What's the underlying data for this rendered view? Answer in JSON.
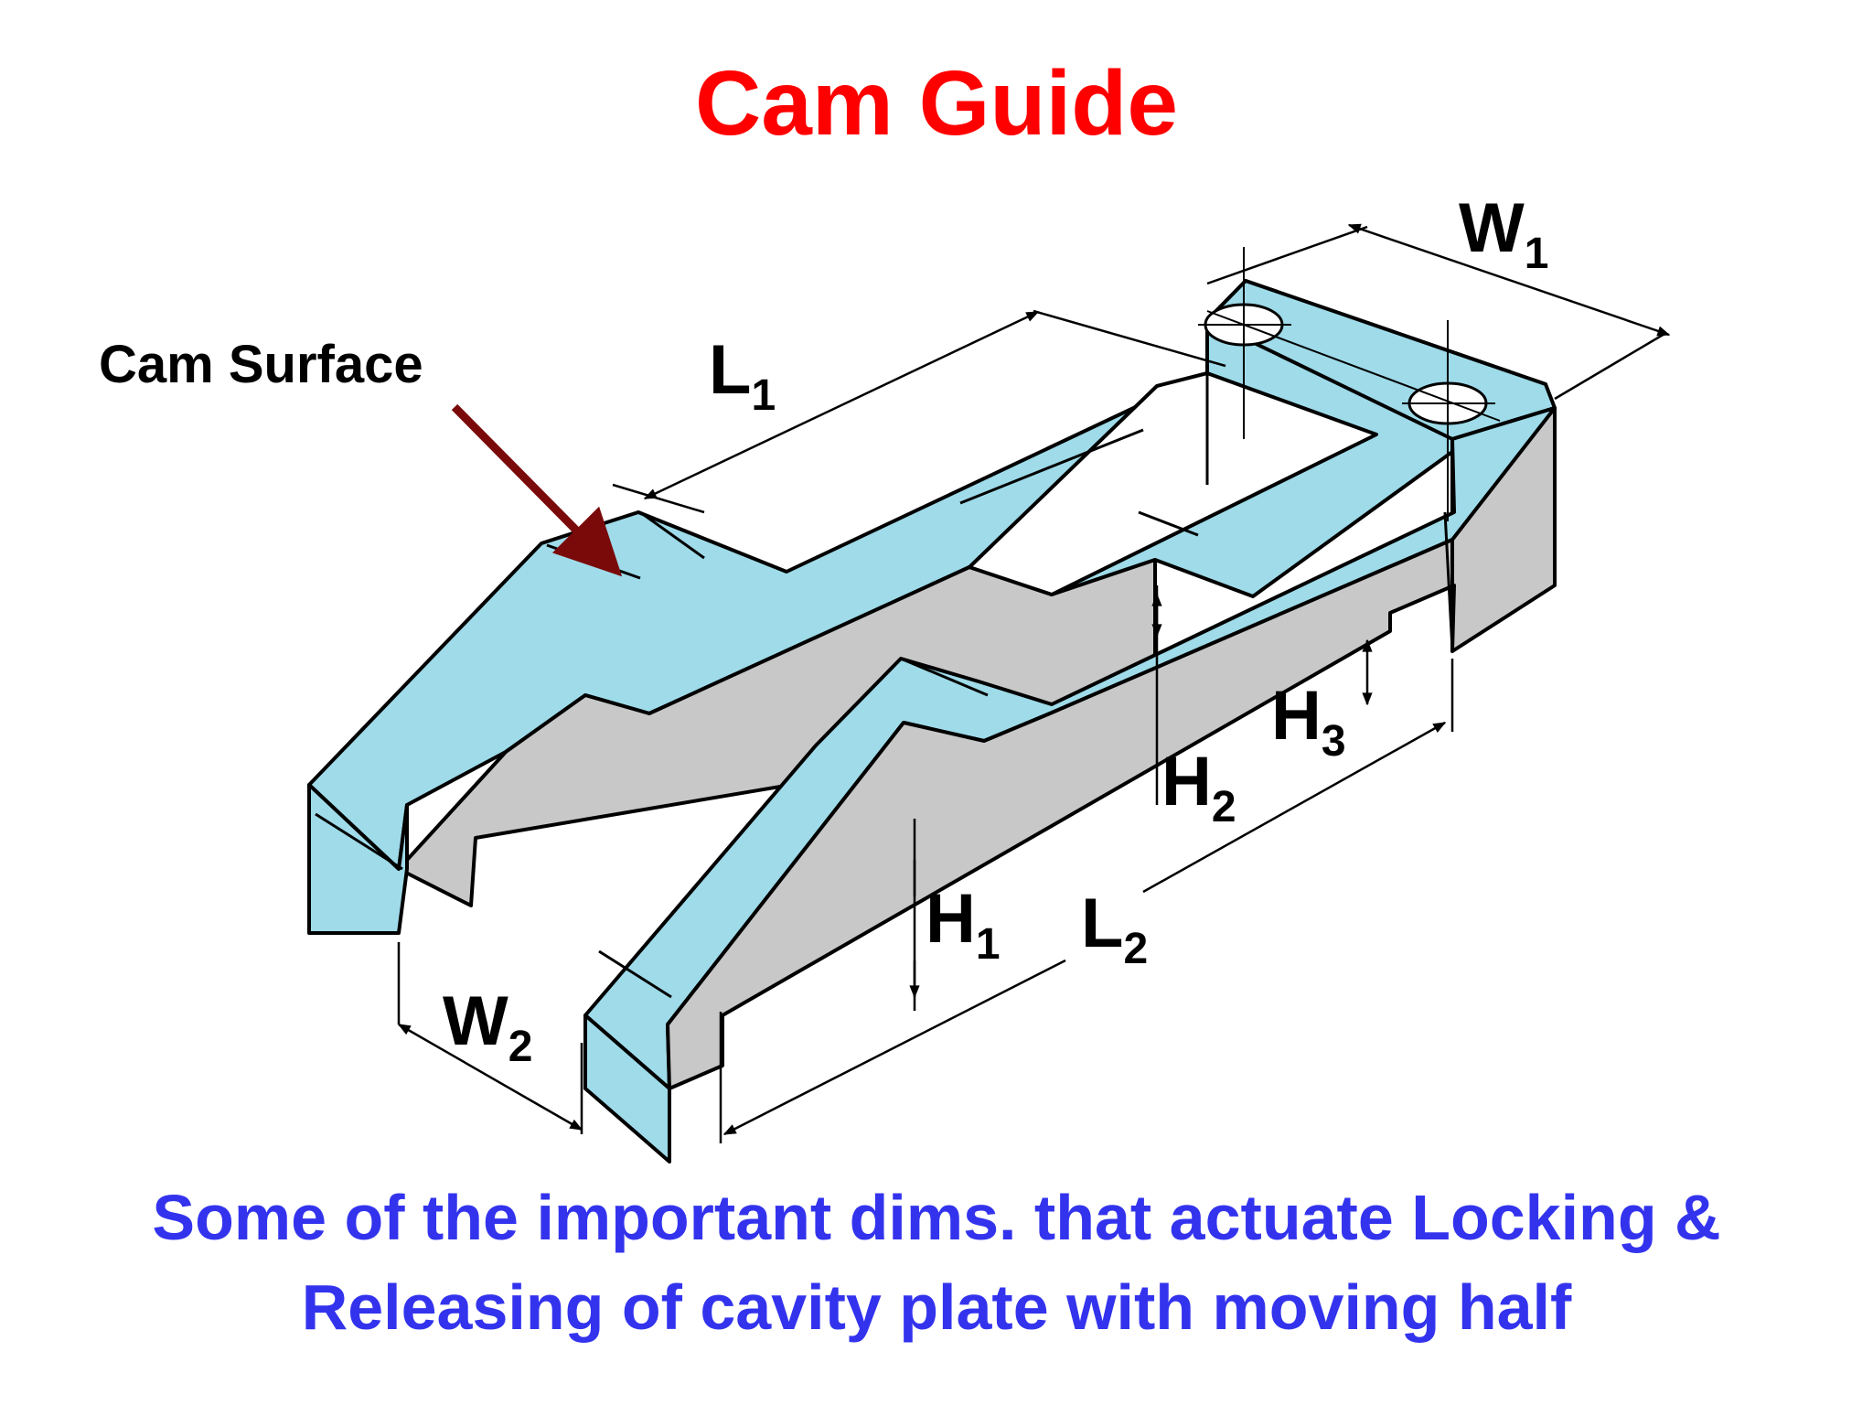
{
  "title": "Cam Guide",
  "callout": {
    "label": "Cam Surface"
  },
  "dimensions": {
    "L1": {
      "main": "L",
      "sub": "1"
    },
    "L2": {
      "main": "L",
      "sub": "2"
    },
    "W1": {
      "main": "W",
      "sub": "1"
    },
    "W2": {
      "main": "W",
      "sub": "2"
    },
    "H1": {
      "main": "H",
      "sub": "1"
    },
    "H2": {
      "main": "H",
      "sub": "2"
    },
    "H3": {
      "main": "H",
      "sub": "3"
    }
  },
  "caption": {
    "line1": "Some of the important dims. that actuate Locking &",
    "line2": "Releasing of cavity plate with moving half"
  },
  "colors": {
    "title": "#ff0000",
    "callout": "#7a0a0a",
    "caption": "#3333ee",
    "top_face": "#9fdbe9",
    "side_face": "#c8c8c8",
    "outline": "#000000"
  }
}
